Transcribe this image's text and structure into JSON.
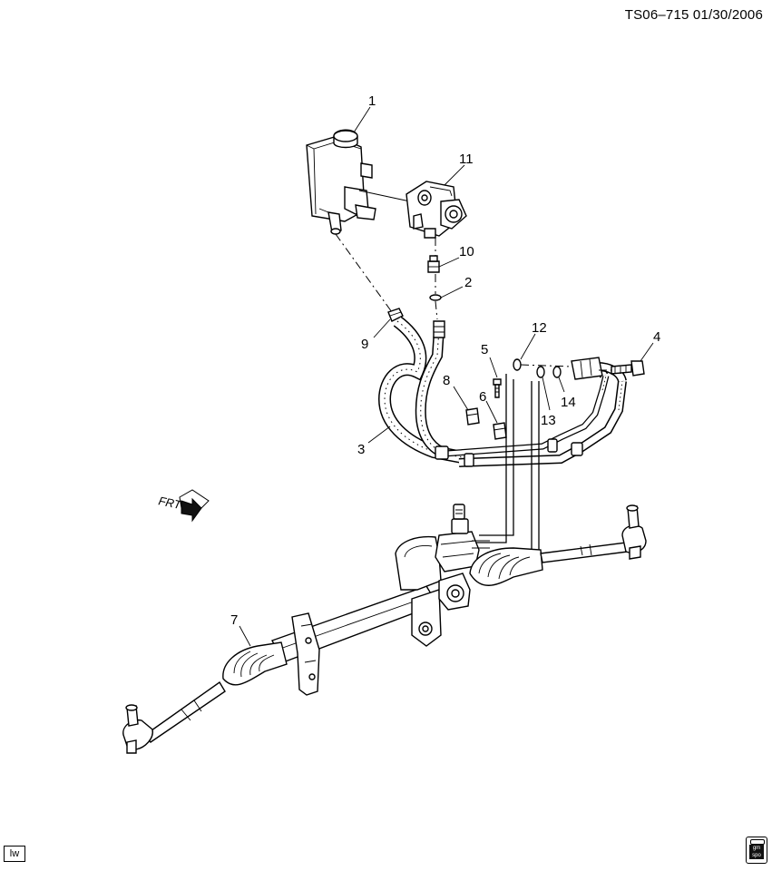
{
  "header": {
    "code": "TS06–715 01/30/2006"
  },
  "callouts": [
    {
      "id": "1",
      "label": "1"
    },
    {
      "id": "2",
      "label": "2"
    },
    {
      "id": "3",
      "label": "3"
    },
    {
      "id": "4",
      "label": "4"
    },
    {
      "id": "5",
      "label": "5"
    },
    {
      "id": "6",
      "label": "6"
    },
    {
      "id": "7",
      "label": "7"
    },
    {
      "id": "8",
      "label": "8"
    },
    {
      "id": "9",
      "label": "9"
    },
    {
      "id": "10",
      "label": "10"
    },
    {
      "id": "11",
      "label": "11"
    },
    {
      "id": "12",
      "label": "12"
    },
    {
      "id": "13",
      "label": "13"
    },
    {
      "id": "14",
      "label": "14"
    }
  ],
  "front_indicator": {
    "label": "FRT"
  },
  "footer": {
    "badge": "lw",
    "logo_text": "gm spo"
  },
  "icons": {
    "logo": "gm-spo-logo-icon",
    "front_arrow": "front-arrow-icon"
  }
}
